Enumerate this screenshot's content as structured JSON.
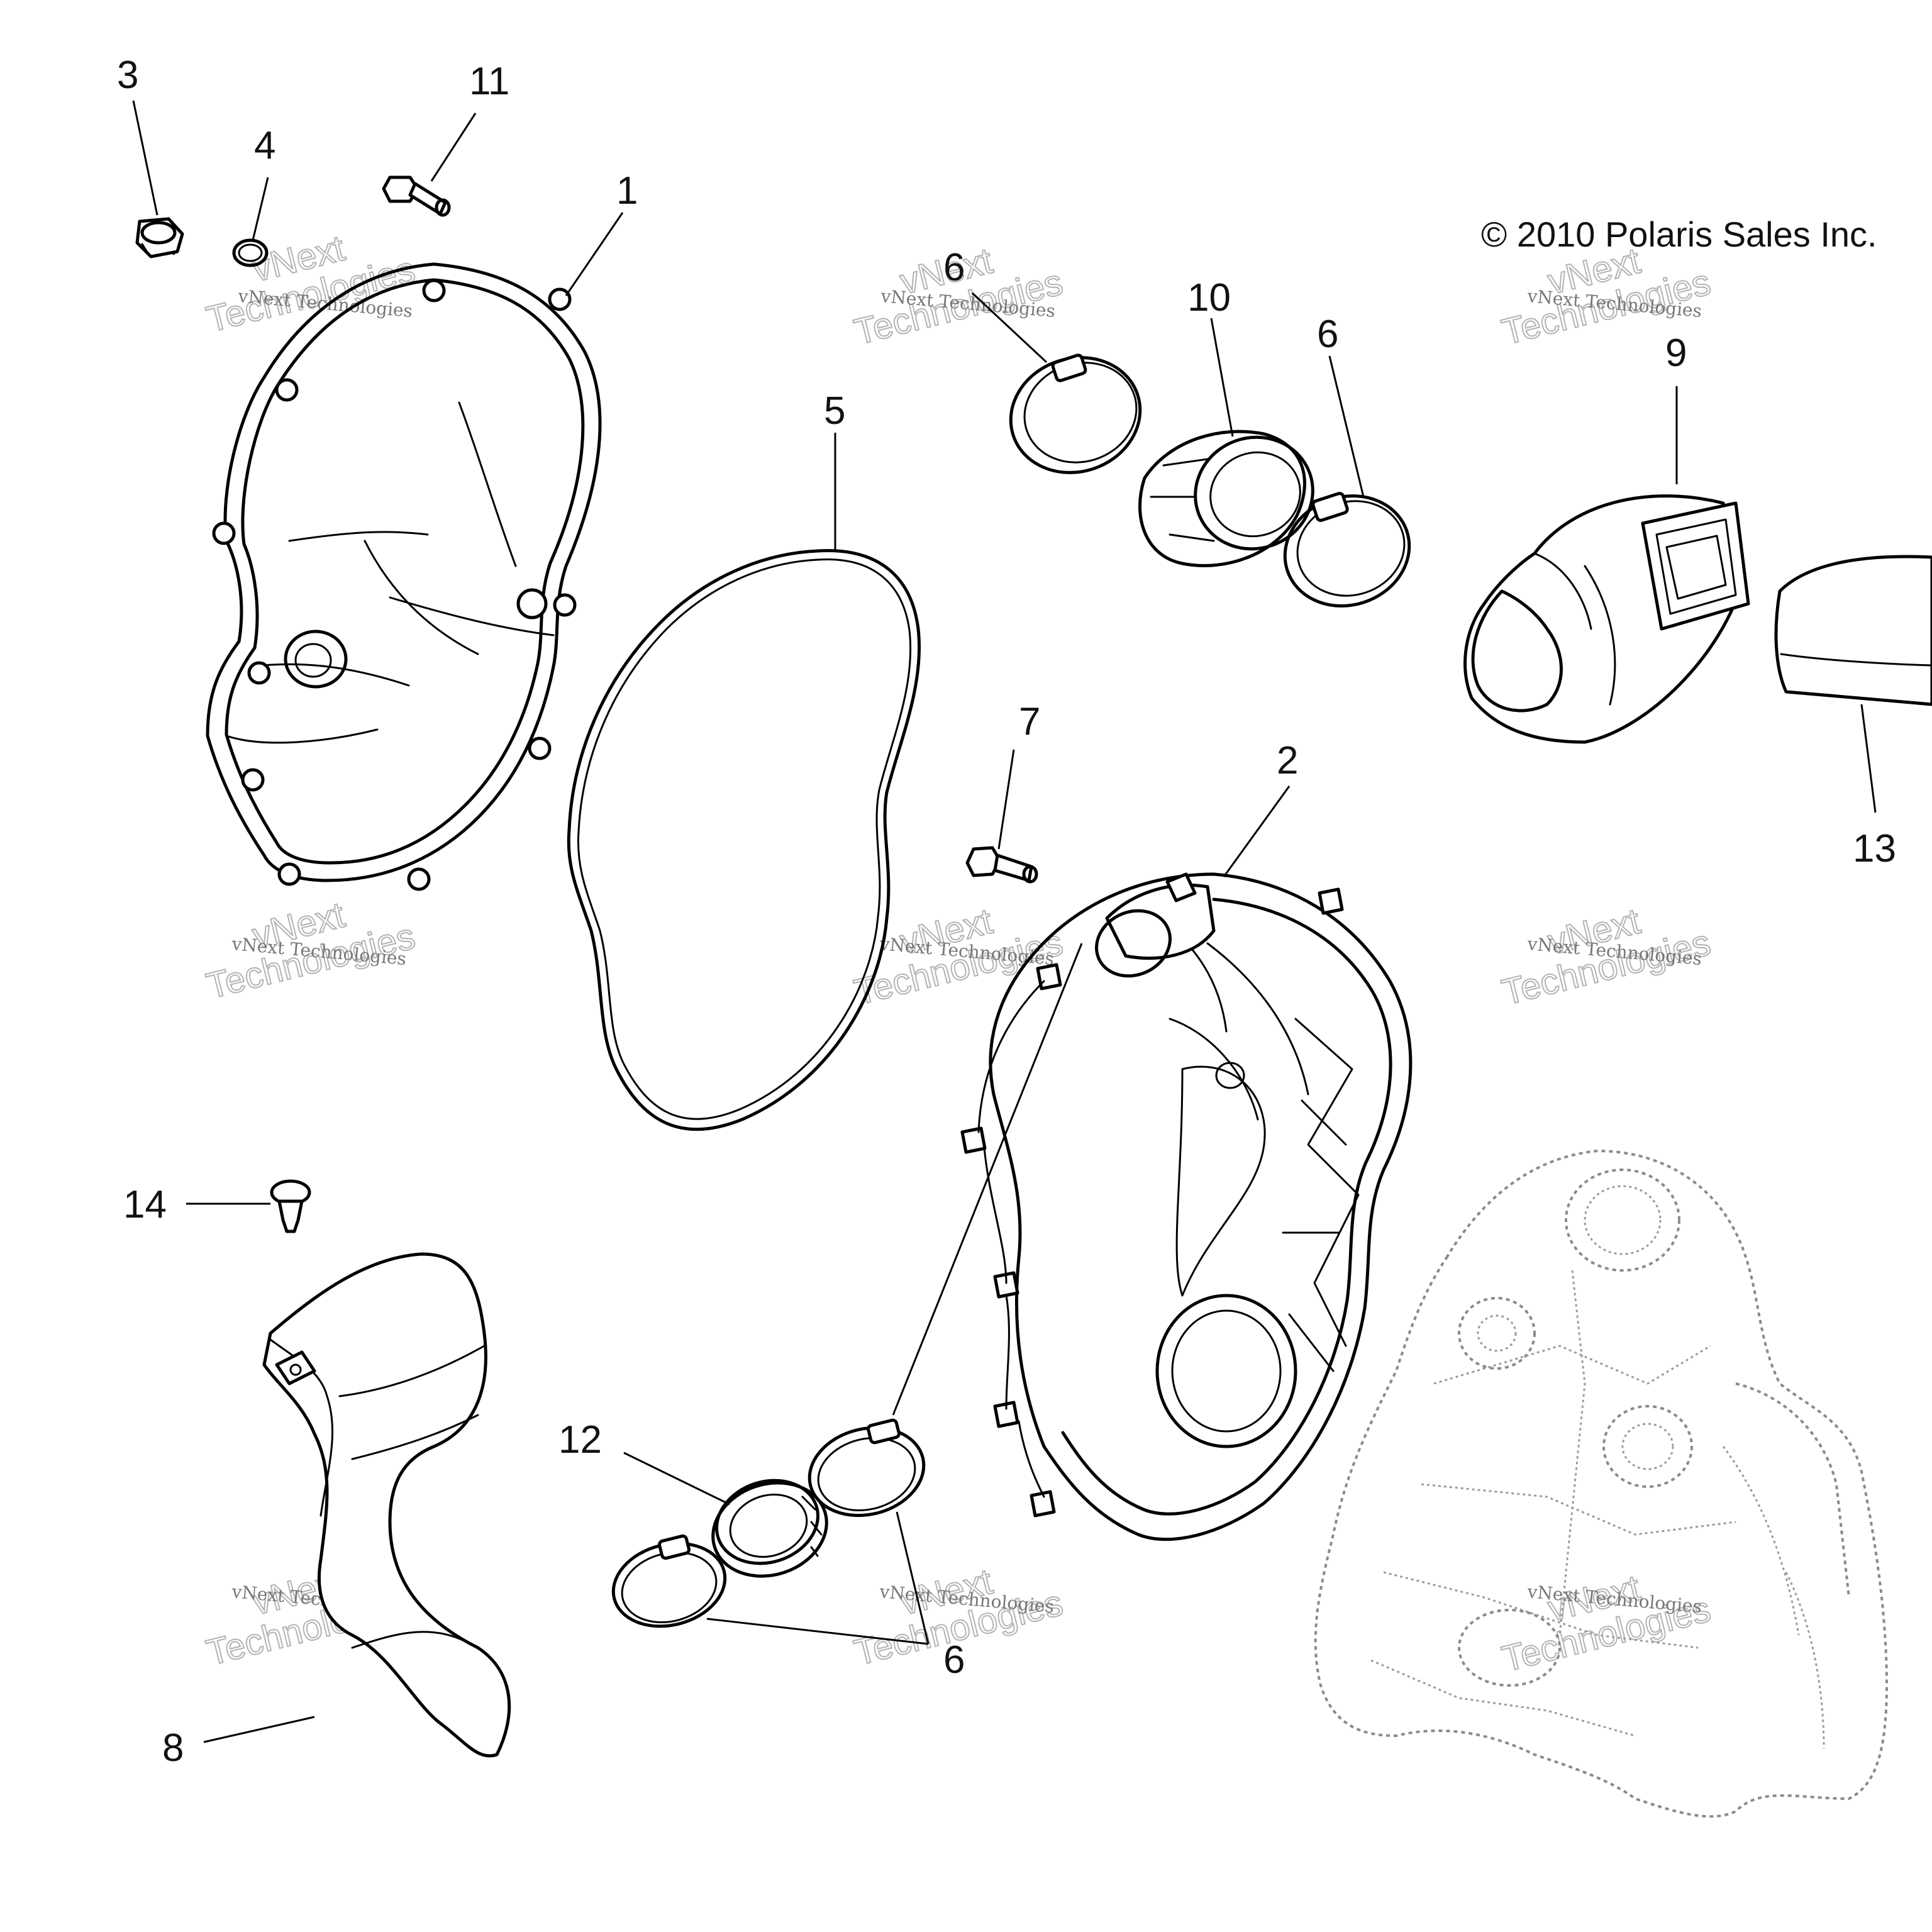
{
  "copyright": "© 2010 Polaris Sales Inc.",
  "watermark": {
    "line1": "vNext",
    "line2": "Technologies",
    "caption": "vNext Technologies"
  },
  "callouts": [
    {
      "id": "c3",
      "label": "3"
    },
    {
      "id": "c4",
      "label": "4"
    },
    {
      "id": "c11",
      "label": "11"
    },
    {
      "id": "c1",
      "label": "1"
    },
    {
      "id": "c5",
      "label": "5"
    },
    {
      "id": "c6a",
      "label": "6"
    },
    {
      "id": "c10",
      "label": "10"
    },
    {
      "id": "c6b",
      "label": "6"
    },
    {
      "id": "c9",
      "label": "9"
    },
    {
      "id": "c13",
      "label": "13"
    },
    {
      "id": "c7",
      "label": "7"
    },
    {
      "id": "c2",
      "label": "2"
    },
    {
      "id": "c14",
      "label": "14"
    },
    {
      "id": "c12",
      "label": "12"
    },
    {
      "id": "c6c",
      "label": "6"
    },
    {
      "id": "c8",
      "label": "8"
    }
  ]
}
